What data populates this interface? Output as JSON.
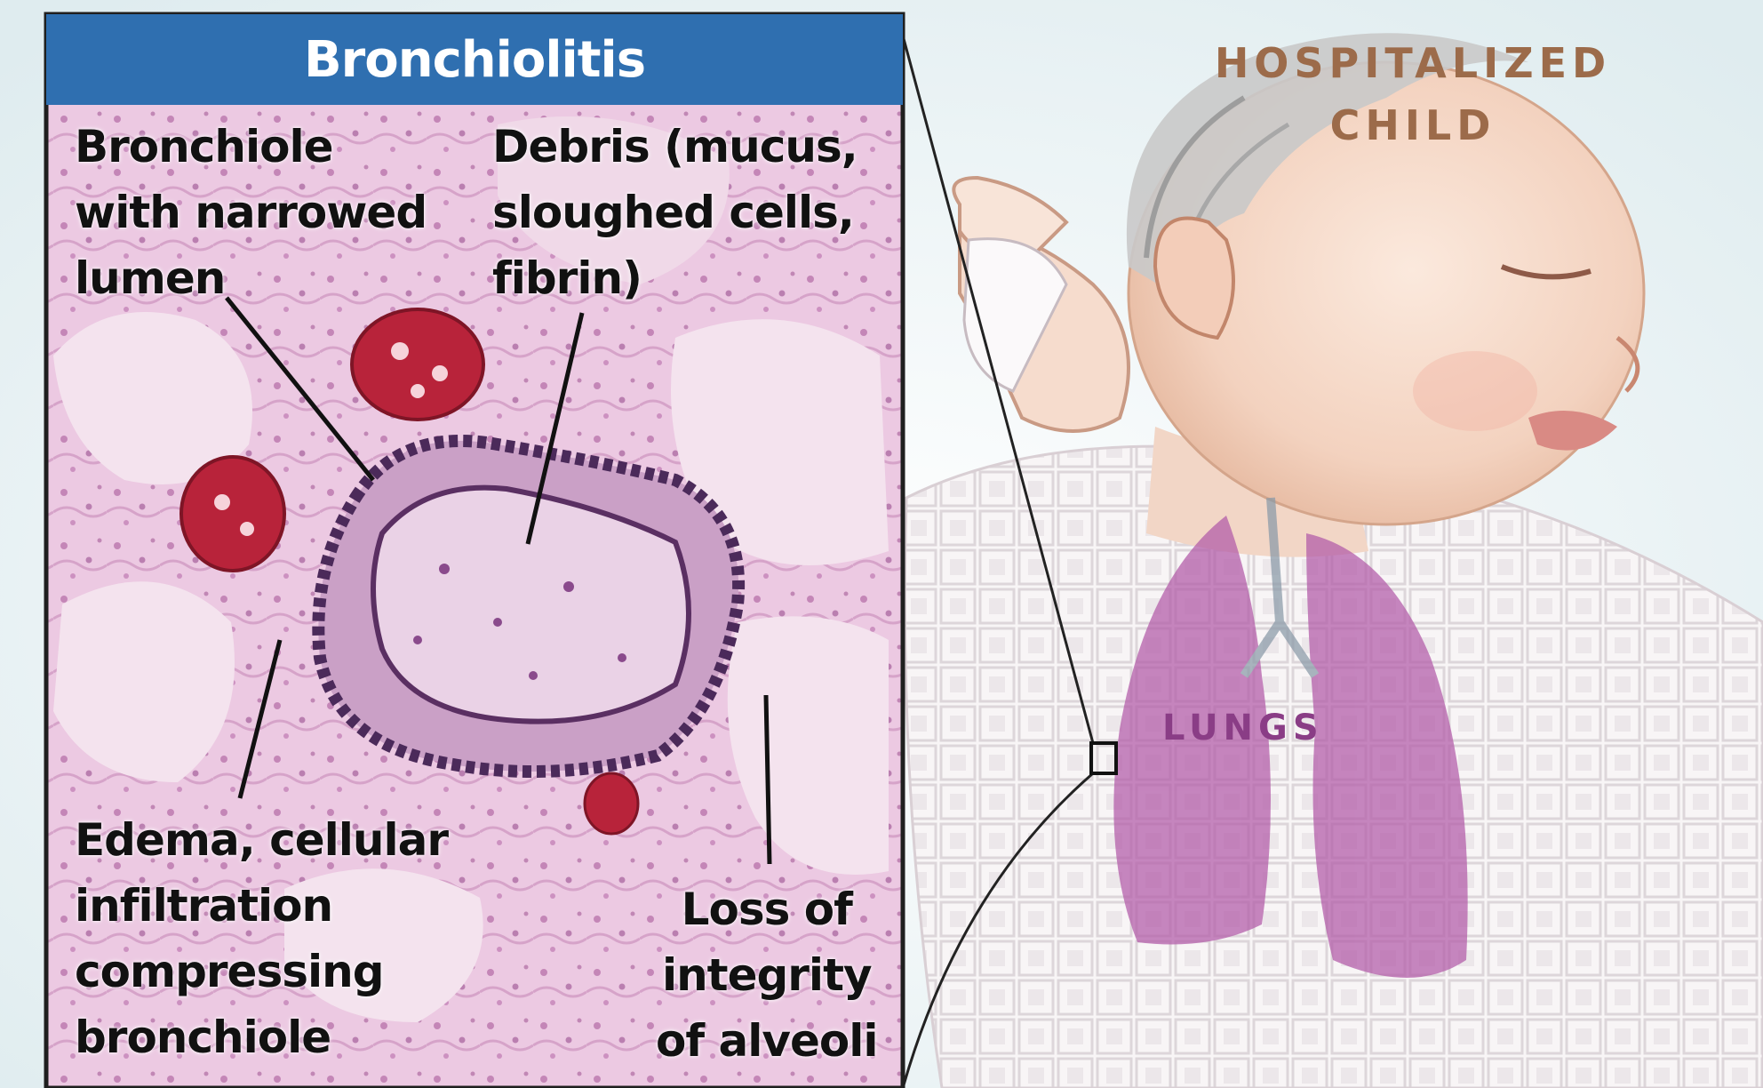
{
  "panel": {
    "title": "Bronchiolitis",
    "labels": {
      "bronchiole": "Bronchiole\nwith narrowed\nlumen",
      "debris": "Debris (mucus,\nsloughed cells,\nfibrin)",
      "edema": "Edema, cellular\ninfiltration\ncompressing\nbronchiole",
      "alveoli": "Loss of\nintegrity\nof alveoli"
    }
  },
  "child": {
    "label": "HOSPITALIZED\nCHILD",
    "lungs_label": "LUNGS"
  },
  "colors": {
    "title_bar": "#2f6fb0",
    "tissue": "#e9c2de",
    "tissue_dark": "#c67fb6",
    "blood": "#b8233a",
    "child_label": "#9c6b4a",
    "lungs_label": "#8a3d86",
    "lung_fill": "#b25aa8"
  }
}
